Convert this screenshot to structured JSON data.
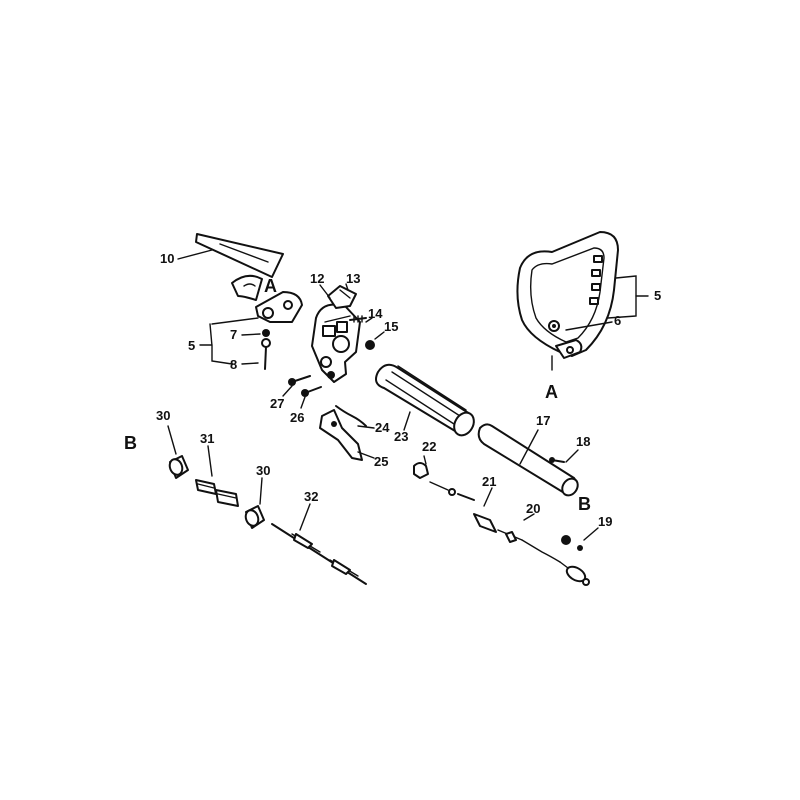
{
  "callouts": {
    "p10": "10",
    "p12": "12",
    "p13": "13",
    "p14": "14",
    "p15": "15",
    "p7": "7",
    "p5_left": "5",
    "p8": "8",
    "p27": "27",
    "p26": "26",
    "p24": "24",
    "p23": "23",
    "p25": "25",
    "p30_top": "30",
    "p31": "31",
    "p30_mid": "30",
    "p32": "32",
    "p22": "22",
    "p21": "21",
    "p20": "20",
    "p19": "19",
    "p18": "18",
    "p17": "17",
    "p5_right": "5",
    "p6": "6"
  },
  "refs": {
    "a_left": "A",
    "a_right": "A",
    "b_left": "B",
    "b_right": "B"
  }
}
